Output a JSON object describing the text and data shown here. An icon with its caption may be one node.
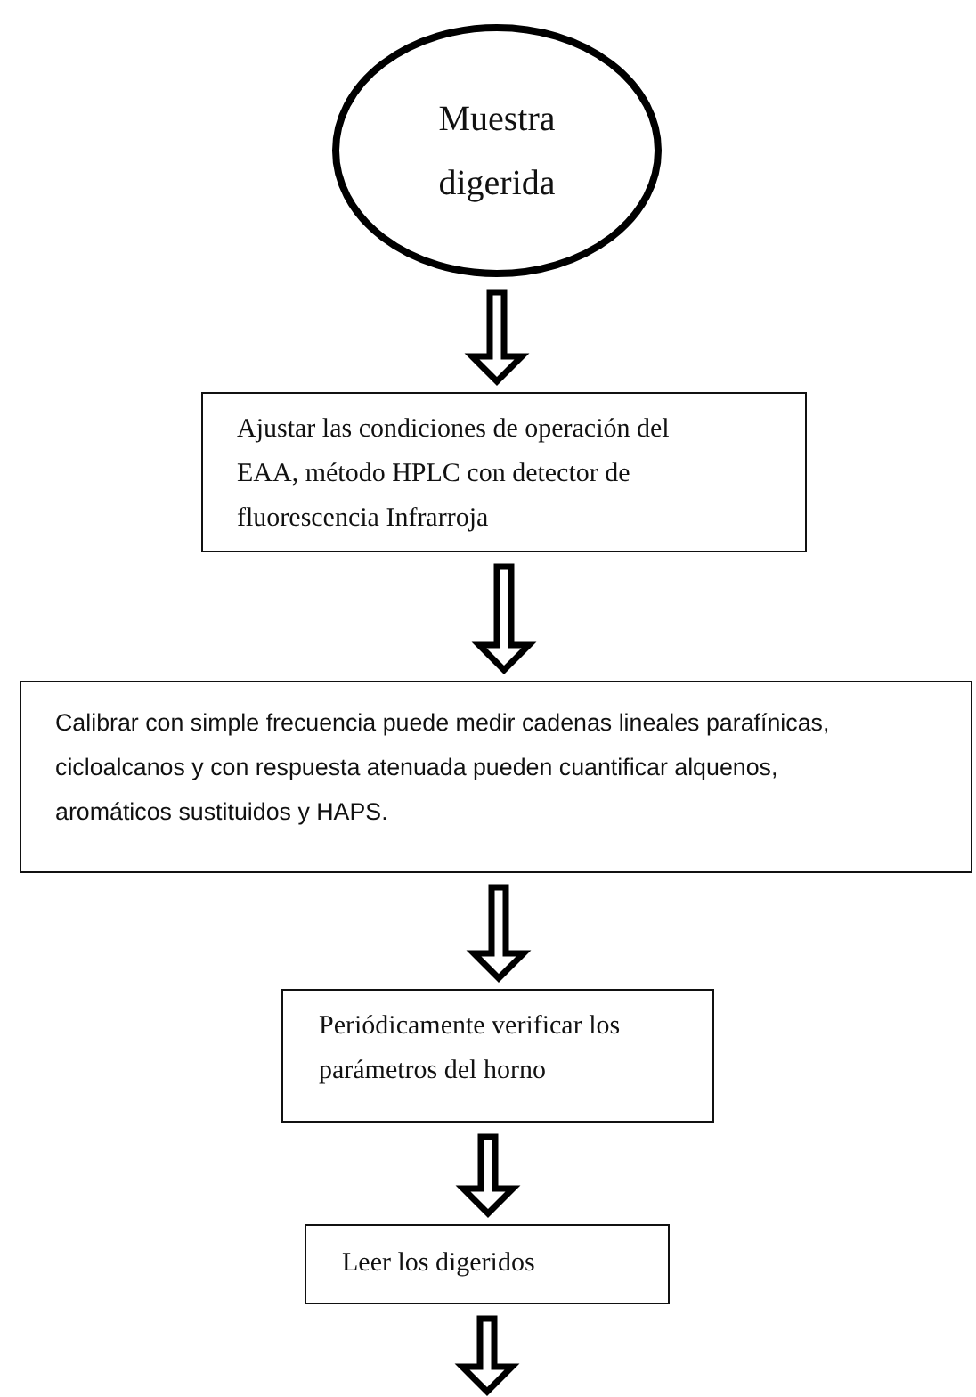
{
  "diagram": {
    "nodes": [
      {
        "text": [
          "Muestra digerida"
        ]
      },
      {
        "text": [
          "Ajustar las condiciones de operación del EAA, método HPLC con detector de fluorescencia Infrarroja"
        ]
      },
      {
        "text": [
          "Calibrar con simple frecuencia puede medir cadenas lineales parafínicas, cicloalcanos y con respuesta atenuada pueden cuantificar alquenos, aromáticos sustituidos y HAPS."
        ]
      },
      {
        "text": [
          "Periódicamente verificar los parámetros del horno"
        ]
      },
      {
        "text": [
          "Leer los digeridos"
        ]
      }
    ],
    "edges": [
      {
        "from": 0,
        "to": 1,
        "arrow": "to"
      },
      {
        "from": 1,
        "to": 2,
        "arrow": "to"
      },
      {
        "from": 2,
        "to": 3,
        "arrow": "to"
      },
      {
        "from": 3,
        "to": 4,
        "arrow": "to"
      },
      {
        "from": 4,
        "to": null,
        "arrow": "to"
      }
    ]
  }
}
